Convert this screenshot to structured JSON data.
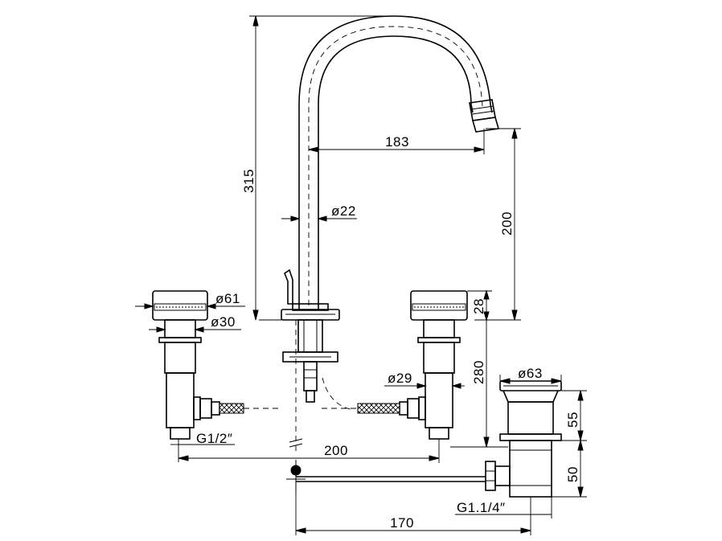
{
  "dimensions": {
    "spout_height": "315",
    "spout_reach": "183",
    "spout_drop": "200",
    "spout_diameter": "ø22",
    "handle_diameter": "ø61",
    "collar_diameter": "ø30",
    "handle_height": "28",
    "shank_length": "280",
    "body_diameter": "ø29",
    "inlet_thread": "G1/2″",
    "handle_spacing": "200",
    "waste_diameter": "ø63",
    "waste_upper_height": "55",
    "waste_lower_height": "50",
    "waste_thread": "G1.1/4″",
    "waste_offset": "170"
  }
}
